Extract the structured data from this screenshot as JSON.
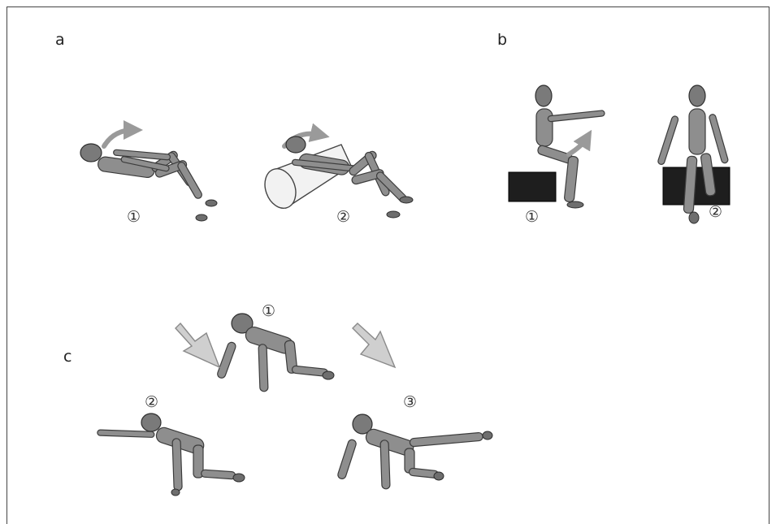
{
  "panels": {
    "a": {
      "label": "a",
      "step1": "①",
      "step2": "②"
    },
    "b": {
      "label": "b",
      "step1": "①",
      "step2": "②"
    },
    "c": {
      "label": "c",
      "step1": "①",
      "step2": "②",
      "step3": "③"
    }
  },
  "colors": {
    "figure": "#8e8e8e",
    "outline": "#3c3c3c",
    "box": "#1e1e1e",
    "arrow": "#9a9a9a"
  }
}
